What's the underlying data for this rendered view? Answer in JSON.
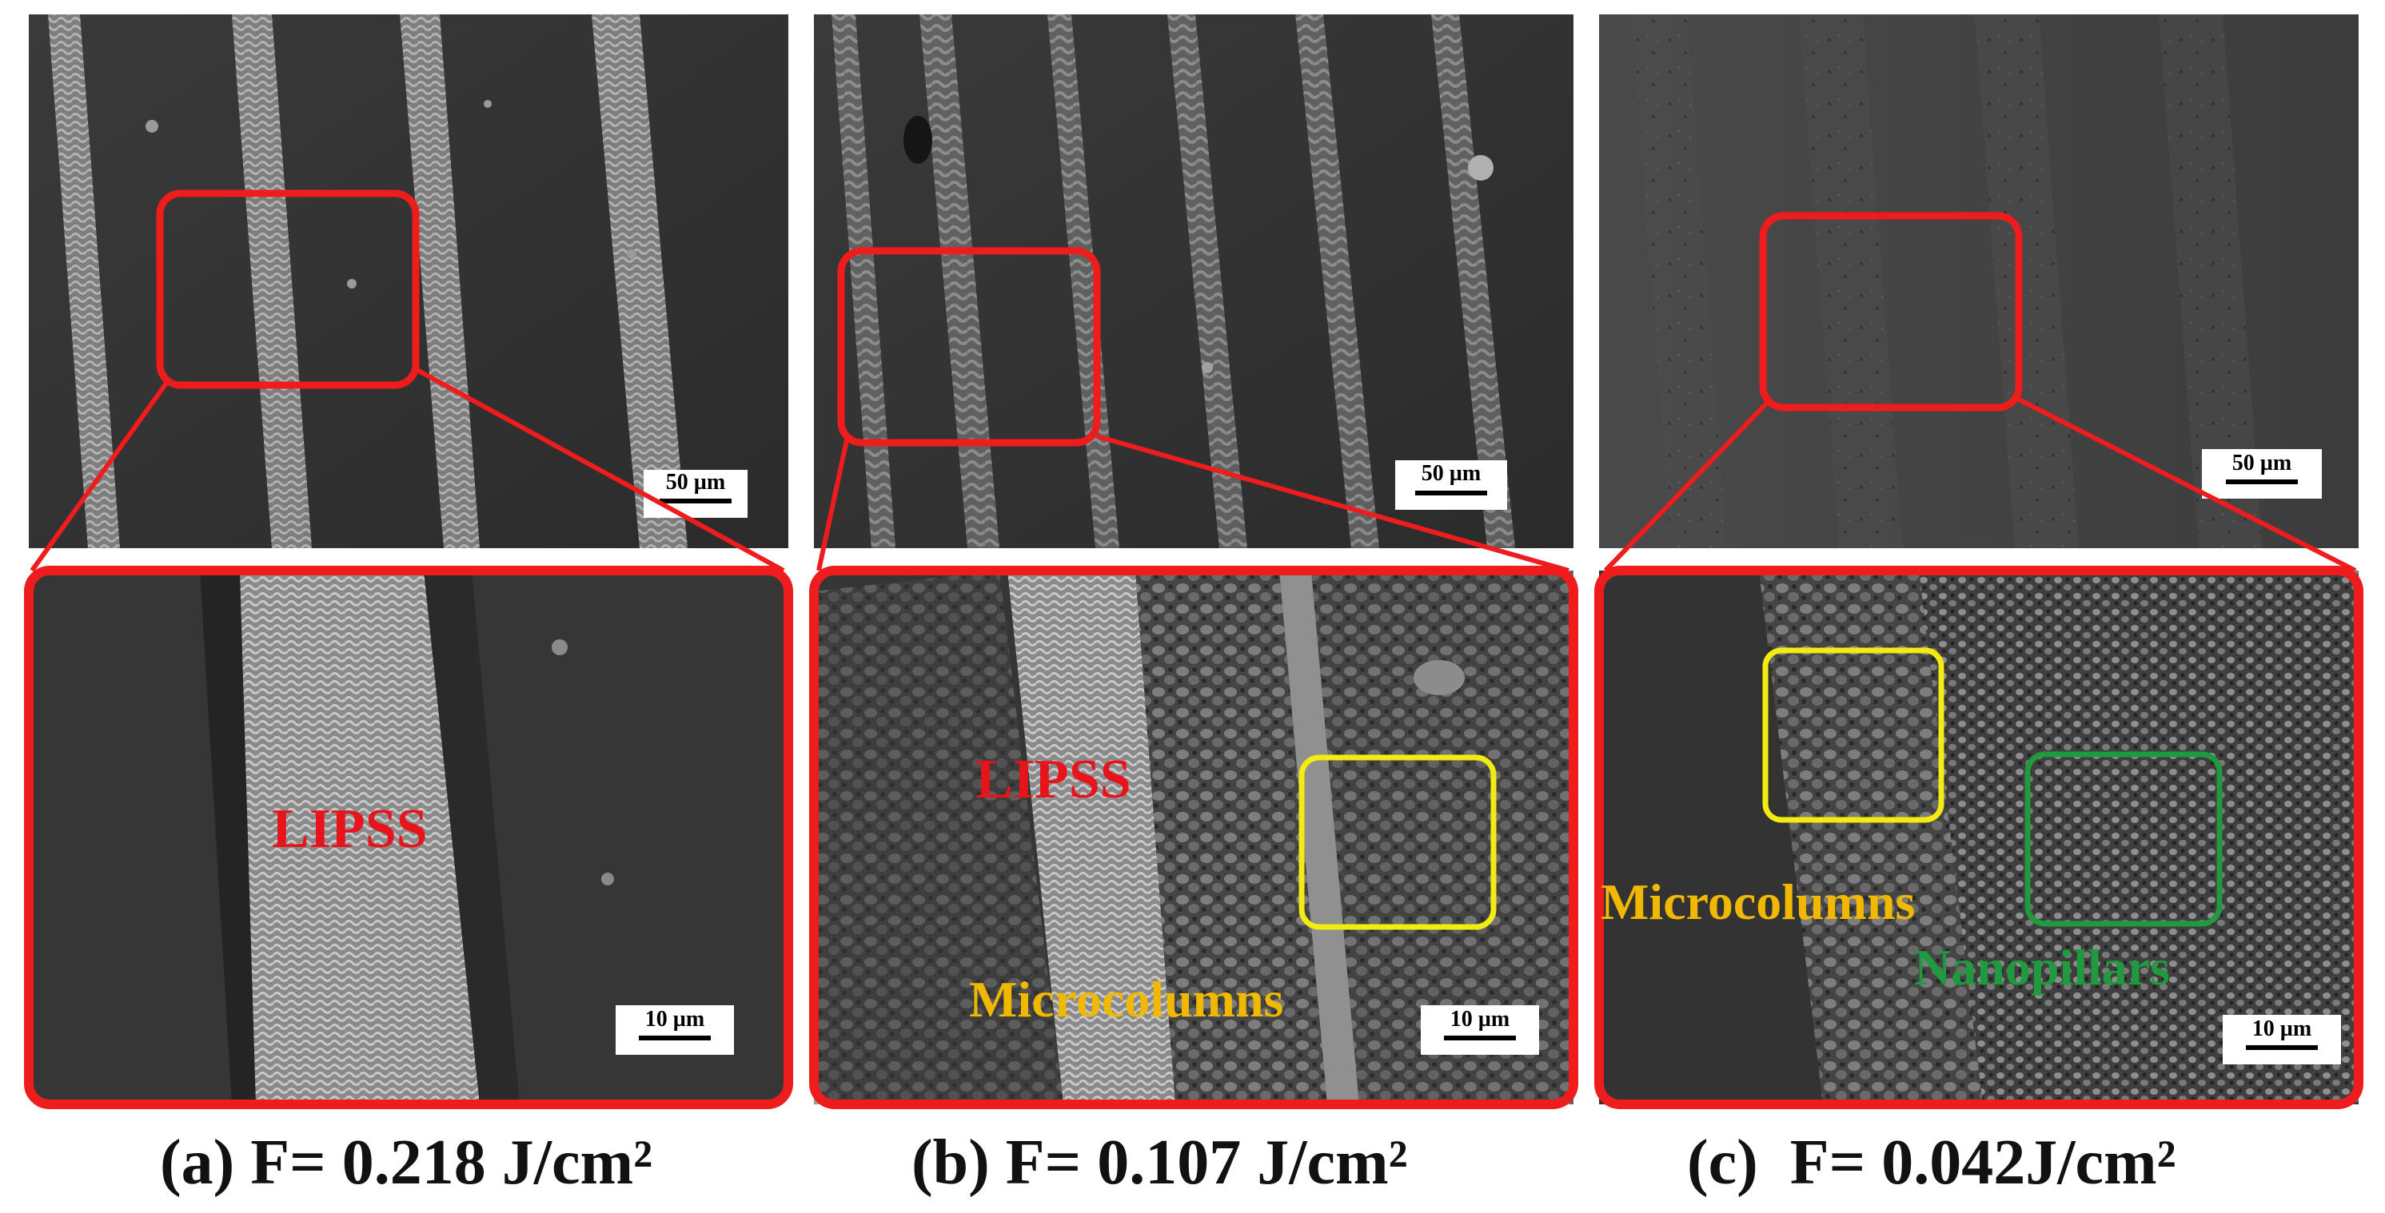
{
  "colors": {
    "highlight_red": "#ee1c1c",
    "highlight_yellow": "#f2ec10",
    "highlight_green": "#1f9a3e",
    "text_lipss": "#e8141c",
    "text_microcolumns": "#f0b800",
    "text_nanopillars": "#1f9a3e",
    "caption_text": "#111111"
  },
  "panels": [
    {
      "id": "a",
      "caption": "(a) F= 0.218 J/cm²",
      "top_scale_bar": "50 µm",
      "bottom_scale_bar": "10 µm",
      "labels": [
        {
          "text": "LIPSS",
          "color_key": "text_lipss"
        }
      ]
    },
    {
      "id": "b",
      "caption": "(b) F= 0.107 J/cm²",
      "top_scale_bar": "50 µm",
      "bottom_scale_bar": "10 µm",
      "labels": [
        {
          "text": "LIPSS",
          "color_key": "text_lipss"
        },
        {
          "text": "Microcolumns",
          "color_key": "text_microcolumns"
        }
      ]
    },
    {
      "id": "c",
      "caption": "(c)  F= 0.042J/cm²",
      "top_scale_bar": "50 µm",
      "bottom_scale_bar": "10 µm",
      "labels": [
        {
          "text": "Microcolumns",
          "color_key": "text_microcolumns"
        },
        {
          "text": "Nanopillars",
          "color_key": "text_nanopillars"
        }
      ]
    }
  ]
}
